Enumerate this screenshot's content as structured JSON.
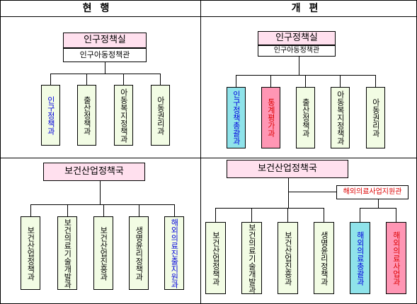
{
  "headers": {
    "current": "현행",
    "revised": "개편"
  },
  "tl": {
    "office": "인구정책실",
    "bureau": "인구아동정책관",
    "units": [
      {
        "label": "인구정책과",
        "color": "blue"
      },
      {
        "label": "출산정책과",
        "color": "black"
      },
      {
        "label": "아동복지정책과",
        "color": "black"
      },
      {
        "label": "아동권리과",
        "color": "black"
      }
    ]
  },
  "tr": {
    "office": "인구정책실",
    "bureau": "인구아동정책관",
    "units": [
      {
        "label": "인구정책총괄과",
        "color": "blue",
        "fill": "cyan"
      },
      {
        "label": "통계평가과",
        "color": "red",
        "fill": "pink"
      },
      {
        "label": "출산정책과",
        "color": "black"
      },
      {
        "label": "아동복지정책과",
        "color": "black"
      },
      {
        "label": "아동권리과",
        "color": "black"
      }
    ]
  },
  "bl": {
    "bureau": "보건산업정책국",
    "units": [
      {
        "label": "보건산업정책과",
        "color": "black"
      },
      {
        "label": "보건의료기술개발과",
        "color": "black"
      },
      {
        "label": "보건산업진흥과",
        "color": "black"
      },
      {
        "label": "생명윤리정책과",
        "color": "black"
      },
      {
        "label": "해외의료진출지원과",
        "color": "blue"
      }
    ]
  },
  "br": {
    "bureau": "보건산업정책국",
    "side_office": "해외의료사업지원관",
    "units": [
      {
        "label": "보건산업정책과",
        "color": "black"
      },
      {
        "label": "보건의료기술개발과",
        "color": "black"
      },
      {
        "label": "보건산업진흥과",
        "color": "black"
      },
      {
        "label": "생명윤리정책과",
        "color": "black"
      },
      {
        "label": "해외의료총괄과",
        "color": "blue",
        "fill": "cyan"
      },
      {
        "label": "해외의료사업과",
        "color": "red",
        "fill": "pink"
      }
    ]
  }
}
